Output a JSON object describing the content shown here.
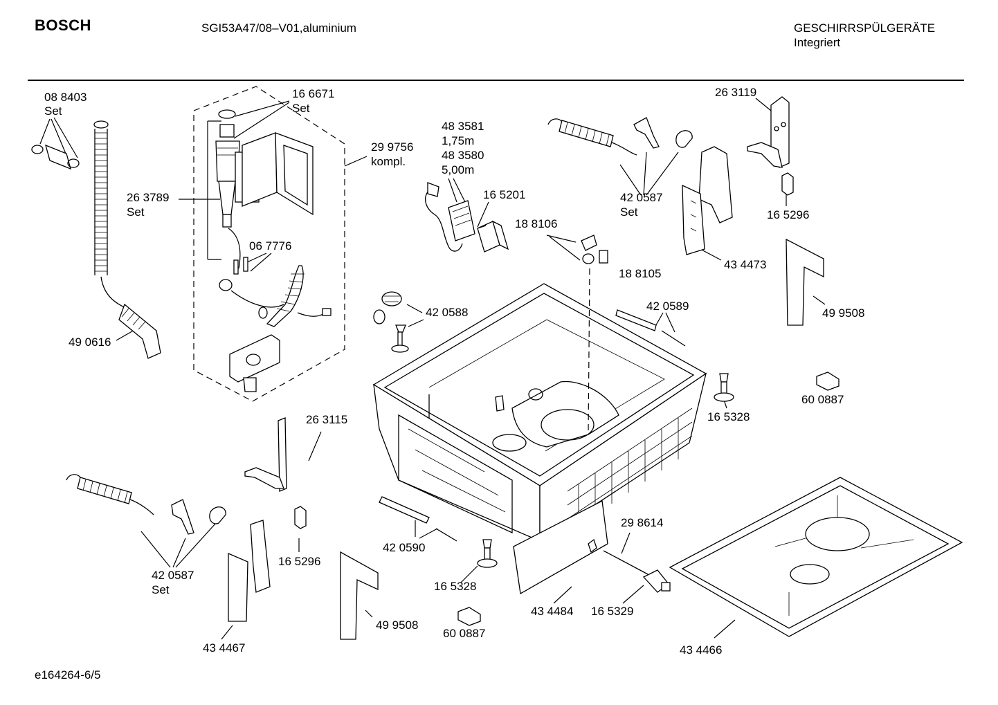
{
  "header": {
    "brand": "BOSCH",
    "model": "SGI53A47/08–V01,aluminium",
    "category_line1": "GESCHIRRSPÜLGERÄTE",
    "category_line2": "Integriert"
  },
  "footer": {
    "doc_id": "e164264-6/5"
  },
  "callouts": {
    "p088403": "08 8403",
    "p088403_note": "Set",
    "p166671": "16 6671",
    "p166671_note": "Set",
    "p299756": "29 9756",
    "p299756_note": "kompl.",
    "p263789": "26 3789",
    "p263789_note": "Set",
    "p067776": "06 7776",
    "p490616": "49 0616",
    "p483581": "48 3581",
    "p483581_note": "1,75m",
    "p483580": "48 3580",
    "p483580_note": "5,00m",
    "p165201": "16 5201",
    "p188106": "18 8106",
    "p188105": "18 8105",
    "p420587_top": "42 0587",
    "p420587_top_note": "Set",
    "p263119": "26 3119",
    "p165296_top": "16 5296",
    "p434473": "43 4473",
    "p499508_top": "49 9508",
    "p420588": "42 0588",
    "p420589": "42 0589",
    "p165328_right": "16 5328",
    "p600887_right": "60 0887",
    "p263115": "26 3115",
    "p420587_bottom": "42 0587",
    "p420587_bottom_note": "Set",
    "p165296_bottom": "16 5296",
    "p420590": "42 0590",
    "p298614": "29 8614",
    "p165328_bottom": "16 5328",
    "p434484": "43 4484",
    "p165329": "16 5329",
    "p499508_bottom": "49 9508",
    "p600887_bottom": "60 0887",
    "p434467": "43 4467",
    "p434466": "43 4466"
  }
}
